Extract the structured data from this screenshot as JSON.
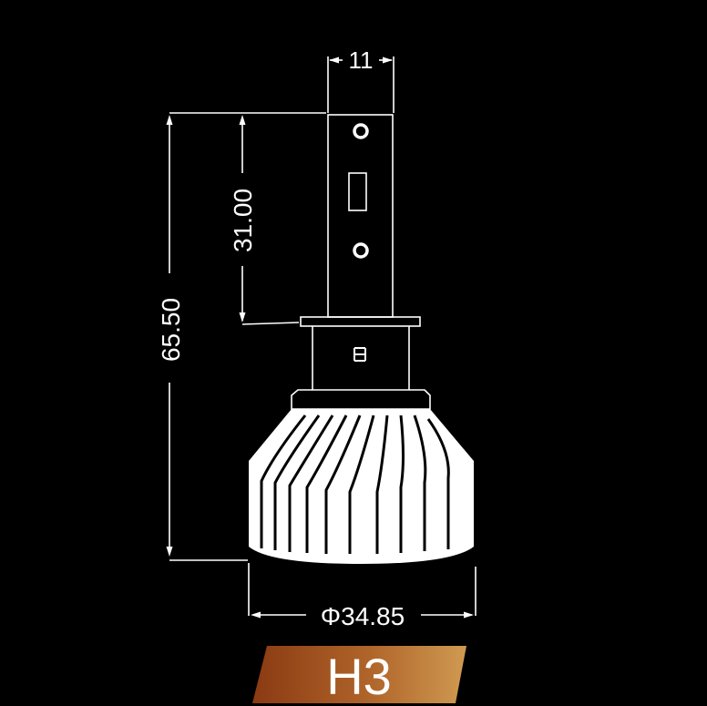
{
  "dimensions": {
    "width_label": "11",
    "upper_height_label": "31.00",
    "total_height_label": "65.50",
    "diameter_label": "Φ34.85"
  },
  "model": {
    "label": "H3",
    "badge_gradient": [
      "#8a3a12",
      "#b5702f",
      "#d09a52"
    ]
  },
  "colors": {
    "background": "#000000",
    "lines": "#ffffff"
  }
}
